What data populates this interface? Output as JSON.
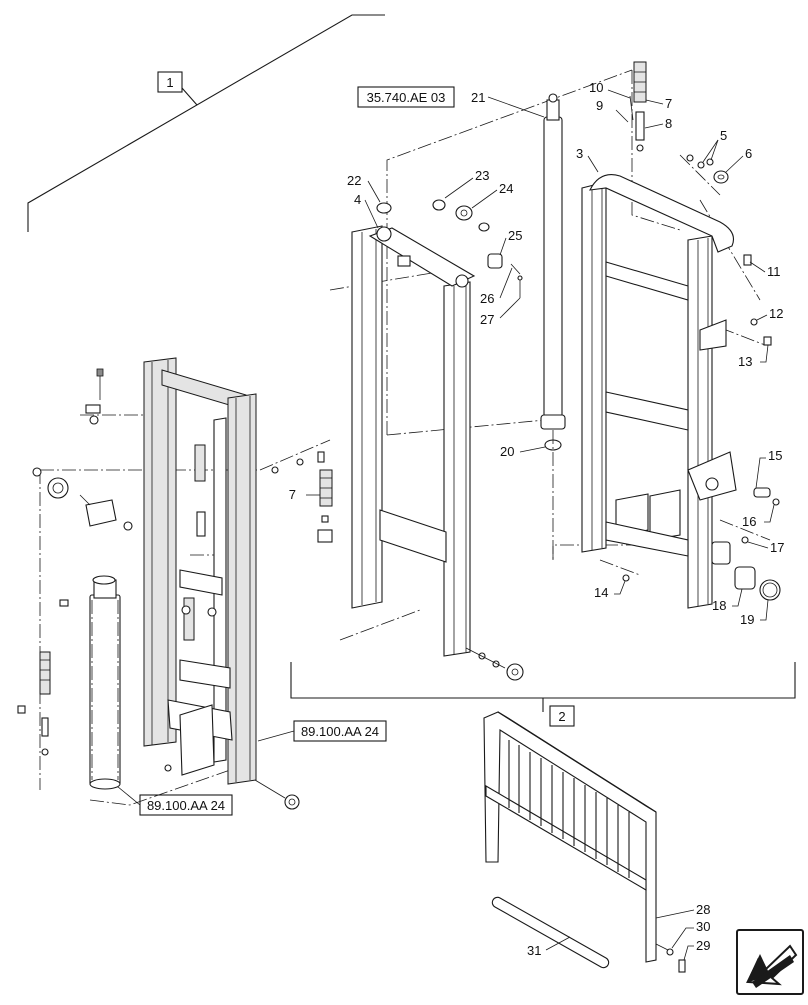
{
  "callouts": {
    "c1": "1",
    "c2": "2",
    "c3": "3",
    "c4": "4",
    "c5": "5",
    "c6": "6",
    "c7a": "7",
    "c7b": "7",
    "c8": "8",
    "c9": "9",
    "c10": "10",
    "c11": "11",
    "c12": "12",
    "c13": "13",
    "c14": "14",
    "c15": "15",
    "c16": "16",
    "c17": "17",
    "c18": "18",
    "c19": "19",
    "c20": "20",
    "c21": "21",
    "c22": "22",
    "c23": "23",
    "c24": "24",
    "c25": "25",
    "c26": "26",
    "c27": "27",
    "c28": "28",
    "c29": "29",
    "c30": "30",
    "c31": "31"
  },
  "references": {
    "ref_top": "35.740.AE 03",
    "ref_right": "89.100.AA 24",
    "ref_bottom": "89.100.AA 24"
  },
  "icons": {
    "nav": "direction-arrow-icon"
  }
}
